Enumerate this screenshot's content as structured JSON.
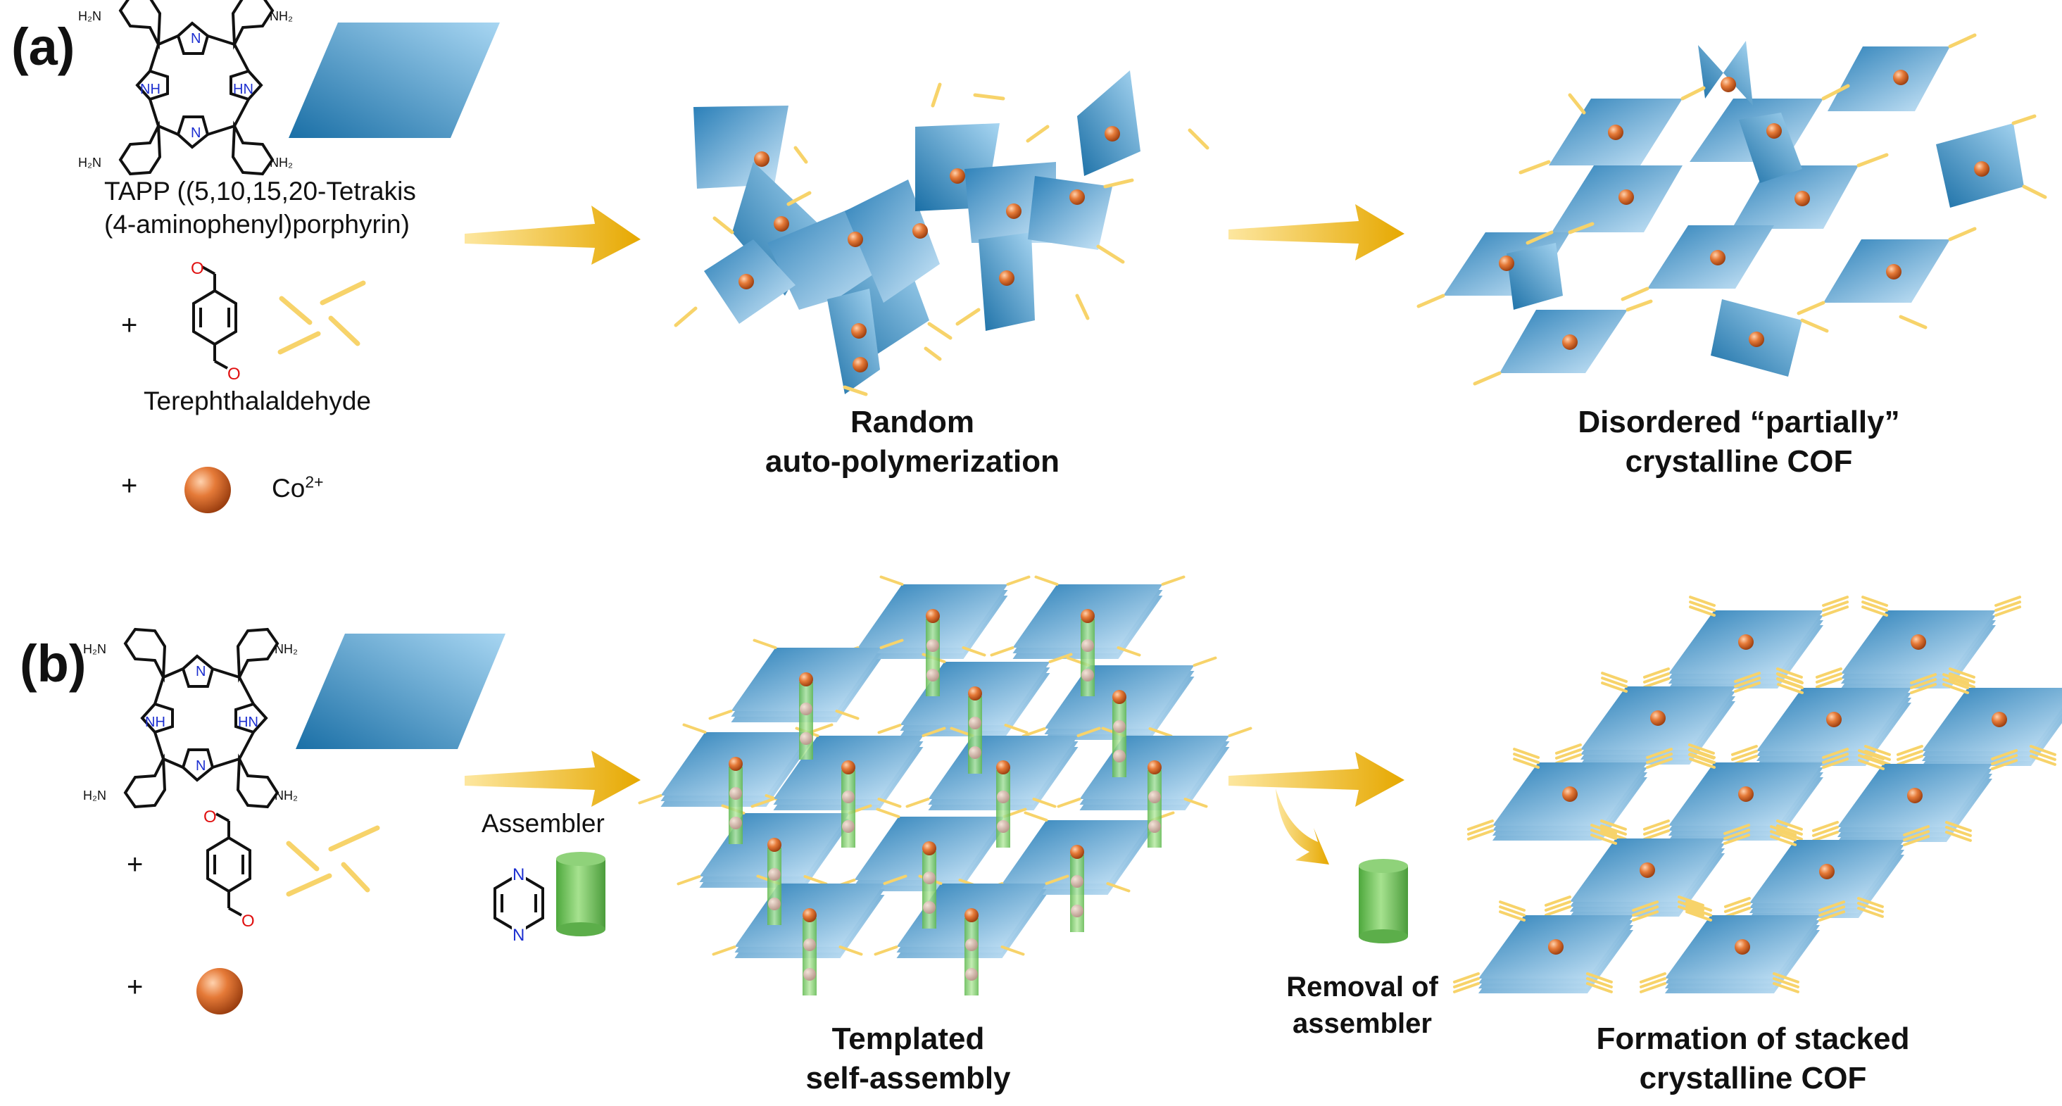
{
  "panels": {
    "a": {
      "label": "(a)",
      "tapp_name_line1": "TAPP ((5,10,15,20-Tetrakis",
      "tapp_name_line2": "(4-aminophenyl)porphyrin)",
      "plus_1": "+",
      "linker_name": "Terephthalaldehyde",
      "plus_2": "+",
      "metal_base": "Co",
      "metal_charge": "2+",
      "step1_line1": "Random",
      "step1_line2": "auto-polymerization",
      "step2_line1": "Disordered “partially”",
      "step2_line2": "crystalline COF"
    },
    "b": {
      "label": "(b)",
      "plus_1": "+",
      "plus_2": "+",
      "assembler_label": "Assembler",
      "step1_line1": "Templated",
      "step1_line2": "self-assembly",
      "removal_line1": "Removal of",
      "removal_line2": "assembler",
      "step2_line1": "Formation of stacked",
      "step2_line2": "crystalline COF"
    }
  },
  "molecule_atoms": {
    "amine": "NH₂",
    "amine_left": "H₂N",
    "nitrogen": "N",
    "nh": "NH",
    "hn": "HN",
    "oxygen": "O"
  },
  "colors": {
    "sheet_dark": "#1a6fa6",
    "sheet_light": "#a8d6f2",
    "cobalt": "#d2692a",
    "arrow": "#f2b300",
    "linker": "#f7d36a",
    "assembler": "#6fc65b",
    "nitrogen_atom": "#1c2fd0",
    "oxygen_atom": "#e01010"
  },
  "icons": [
    "porphyrin-structure",
    "terephthalaldehyde-structure",
    "pyrazine-structure",
    "cobalt-sphere-icon",
    "assembler-cylinder-icon",
    "reaction-arrow"
  ]
}
